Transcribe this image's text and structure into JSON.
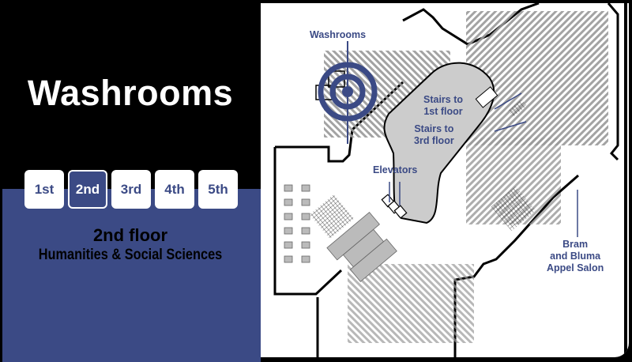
{
  "title": "Washrooms",
  "floor_tabs": [
    {
      "label": "1st",
      "active": false
    },
    {
      "label": "2nd",
      "active": true
    },
    {
      "label": "3rd",
      "active": false
    },
    {
      "label": "4th",
      "active": false
    },
    {
      "label": "5th",
      "active": false
    }
  ],
  "floor": {
    "name": "2nd floor",
    "subtitle": "Humanities & Social Sciences"
  },
  "map": {
    "labels": {
      "washrooms": "Washrooms",
      "stairs_1st_line1": "Stairs to",
      "stairs_1st_line2": "1st floor",
      "stairs_3rd_line1": "Stairs to",
      "stairs_3rd_line2": "3rd floor",
      "elevators": "Elevators",
      "salon_line1": "Bram",
      "salon_line2": "and Bluma",
      "salon_line3": "Appel Salon"
    },
    "marker_icon": "target-icon"
  },
  "colors": {
    "accent": "#3b4a85",
    "background": "#000000",
    "map_background": "#ffffff",
    "core_grey": "#cccccc"
  }
}
